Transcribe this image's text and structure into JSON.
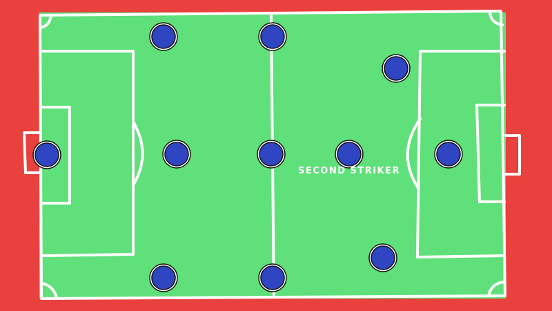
{
  "diagram": {
    "role_label": "SECOND STRIKER",
    "colors": {
      "background": "#e9413d",
      "pitch": "#5fe07a",
      "lines": "#ffffff",
      "player_fill": "#2f45c2",
      "player_ring": "#ffffff",
      "player_outline": "#111111"
    },
    "players": [
      {
        "id": "gk"
      },
      {
        "id": "left-back-top"
      },
      {
        "id": "left-back-center"
      },
      {
        "id": "left-back-bottom"
      },
      {
        "id": "mid-top"
      },
      {
        "id": "mid-center"
      },
      {
        "id": "mid-bottom"
      },
      {
        "id": "forward-top"
      },
      {
        "id": "second-striker"
      },
      {
        "id": "striker"
      },
      {
        "id": "forward-bottom"
      }
    ]
  }
}
